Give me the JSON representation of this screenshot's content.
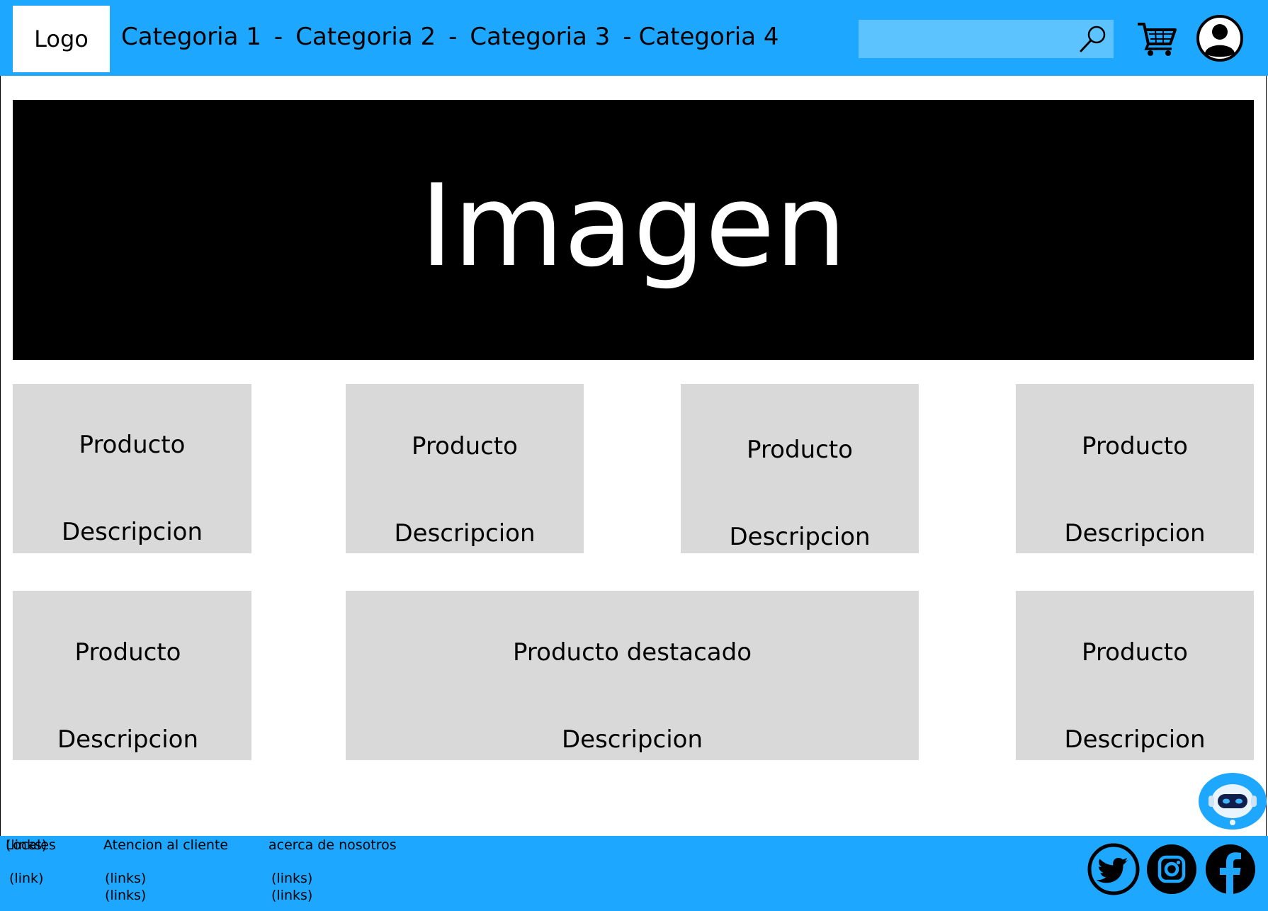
{
  "header": {
    "logo": "Logo",
    "categories": [
      "Categoria 1",
      "Categoria 2",
      "Categoria 3",
      "Categoria 4"
    ],
    "separator": "-",
    "search": {
      "placeholder": "",
      "icon": "search-icon"
    },
    "cart_icon": "cart-icon",
    "user_icon": "user-icon"
  },
  "hero": {
    "label": "Imagen"
  },
  "products": [
    {
      "title": "Producto",
      "description": "Descripcion"
    },
    {
      "title": "Producto",
      "description": "Descripcion"
    },
    {
      "title": "Producto",
      "description": "Descripcion"
    },
    {
      "title": "Producto",
      "description": "Descripcion"
    },
    {
      "title": "Producto",
      "description": "Descripcion"
    },
    {
      "title": "Producto destacado",
      "description": "Descripcion"
    },
    {
      "title": "Producto",
      "description": "Descripcion"
    }
  ],
  "chatbot_icon": "chatbot-icon",
  "footer": {
    "columns": [
      {
        "heading": "Locales",
        "overlap": "(links)",
        "links": [
          "(link)"
        ]
      },
      {
        "heading": "Atencion al cliente",
        "links": [
          "(links)",
          "(links)"
        ]
      },
      {
        "heading": "acerca de nosotros",
        "links": [
          "(links)",
          "(links)"
        ]
      }
    ],
    "social": [
      "twitter-icon",
      "instagram-icon",
      "facebook-icon"
    ]
  },
  "colors": {
    "primary": "#1ea7ff",
    "search_bg": "#5cc3ff",
    "card_bg": "#d9d9d9",
    "hero_bg": "#000000"
  }
}
